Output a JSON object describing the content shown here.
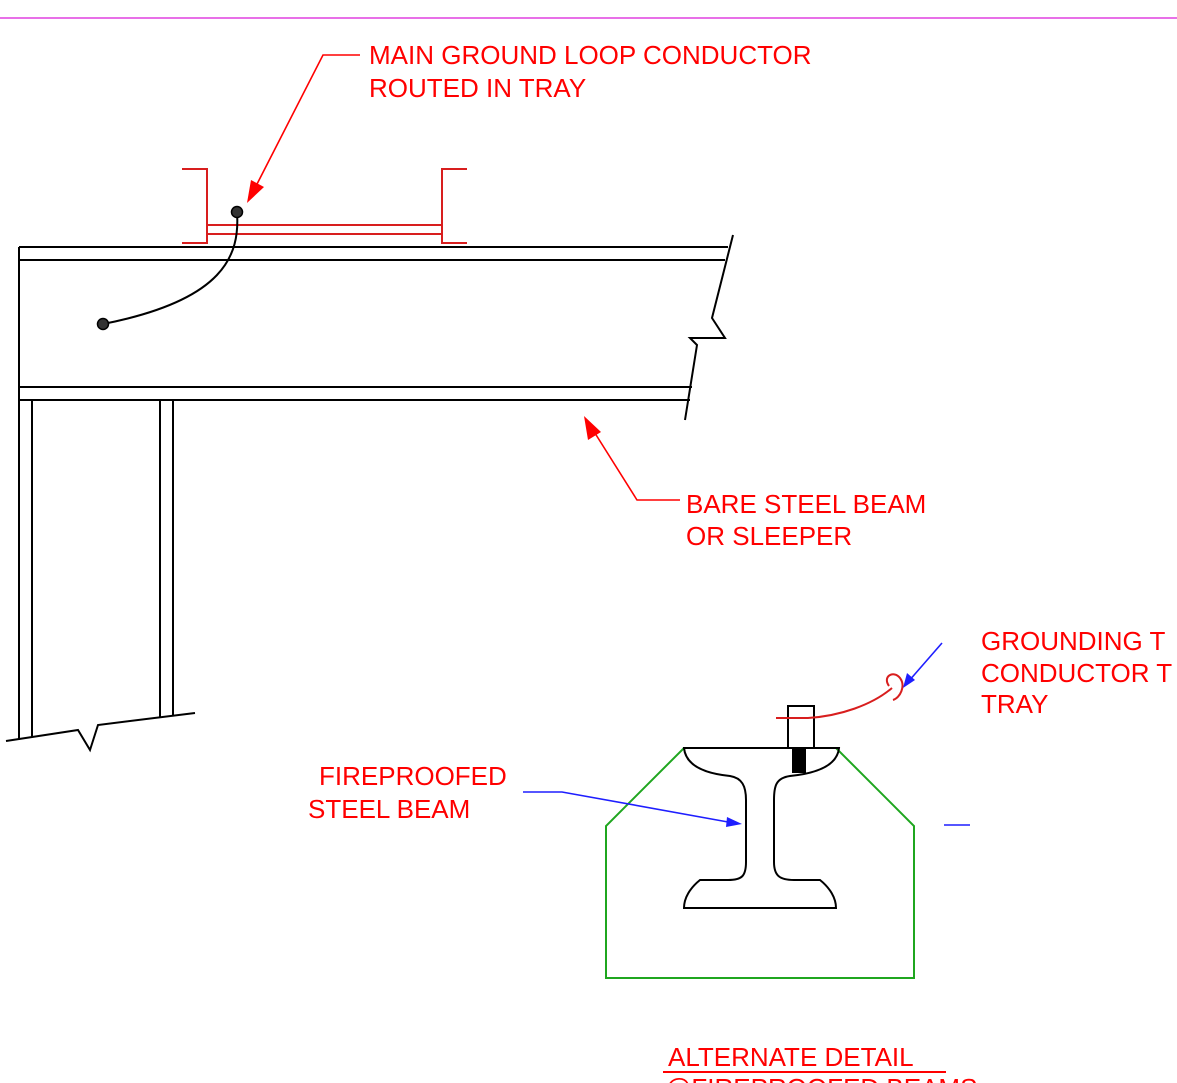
{
  "labels": {
    "main_ground_loop_line1": "MAIN GROUND LOOP CONDUCTOR",
    "main_ground_loop_line2": "ROUTED IN TRAY",
    "bare_steel_line1": "BARE STEEL BEAM",
    "bare_steel_line2": "OR SLEEPER",
    "grounding_line1": "GROUNDING T",
    "grounding_line2": "CONDUCTOR T",
    "grounding_line3": "TRAY",
    "fireproofed_line1": "FIREPROOFED",
    "fireproofed_line2": "STEEL BEAM",
    "alternate_title_line1": "ALTERNATE DETAIL",
    "alternate_title_line2": "@FIREPROOFED BEAMS"
  },
  "colors": {
    "text_red": "#ff0000",
    "linework_black": "#000000",
    "tray_red": "#d81e1e",
    "leader_blue": "#1e1eff",
    "fireproofing_green": "#1fa61f",
    "border_magenta": "#e040e0"
  }
}
